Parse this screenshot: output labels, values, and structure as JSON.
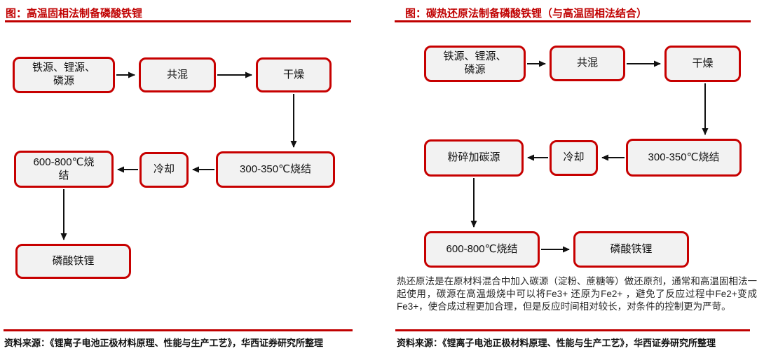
{
  "colors": {
    "accent_red": "#c00000",
    "box_border": "#c70000",
    "box_fill": "#f2f2f2",
    "arrow": "#111111",
    "text": "#111111"
  },
  "left_chart": {
    "title": "图：高温固相法制备磷酸铁锂",
    "type": "flowchart",
    "nodes": [
      "铁源、锂源、\n磷源",
      "共混",
      "干燥",
      "300-350℃烧结",
      "冷却",
      "600-800℃烧\n结",
      "磷酸铁锂"
    ],
    "edges": [
      [
        0,
        1
      ],
      [
        1,
        2
      ],
      [
        2,
        3
      ],
      [
        3,
        4
      ],
      [
        4,
        5
      ],
      [
        5,
        6
      ]
    ],
    "source": "资料来源：《锂离子电池正极材料原理、性能与生产工艺》，华西证券研究所整理"
  },
  "right_chart": {
    "title": "图：碳热还原法制备磷酸铁锂（与高温固相法结合）",
    "type": "flowchart",
    "nodes": [
      "铁源、锂源、\n磷源",
      "共混",
      "干燥",
      "300-350℃烧结",
      "冷却",
      "粉碎加碳源",
      "600-800℃烧结",
      "磷酸铁锂"
    ],
    "edges": [
      [
        0,
        1
      ],
      [
        1,
        2
      ],
      [
        2,
        3
      ],
      [
        3,
        4
      ],
      [
        4,
        5
      ],
      [
        5,
        6
      ],
      [
        6,
        7
      ]
    ],
    "note": "热还原法是在原材料混合中加入碳源（淀粉、蔗糖等）做还原剂，通常和高温固相法一起使用，碳源在高温煅烧中可以将Fe3+ 还原为Fe2+ ，避免了反应过程中Fe2+变成Fe3+，使合成过程更加合理，但是反应时间相对较长，对条件的控制更为严苛。",
    "source": "资料来源：《锂离子电池正极材料原理、性能与生产工艺》，华西证券研究所整理"
  }
}
